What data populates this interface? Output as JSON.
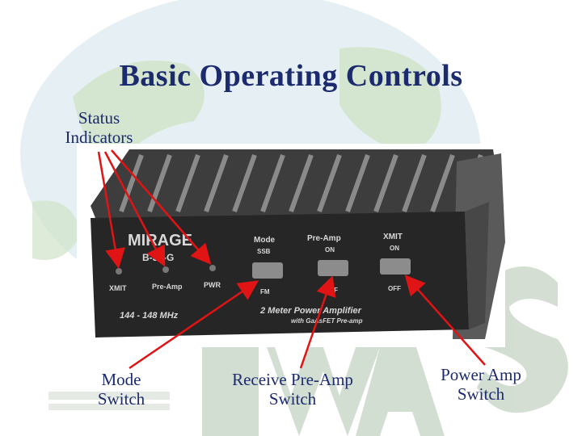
{
  "title": "Basic Operating Controls",
  "callouts": {
    "status": [
      "Status",
      "Indicators"
    ],
    "mode": [
      "Mode",
      "Switch"
    ],
    "preamp": [
      "Receive Pre-Amp",
      "Switch"
    ],
    "power": [
      "Power Amp",
      "Switch"
    ]
  },
  "amplifier": {
    "brand": "MIRAGE",
    "model": "B-34-G",
    "indicators": [
      "XMIT",
      "Pre-Amp",
      "PWR"
    ],
    "switch_top": [
      "Mode",
      "Pre-Amp",
      "XMIT"
    ],
    "switch_top_sub": [
      "SSB",
      "ON",
      "ON"
    ],
    "switch_bottom": [
      "FM",
      "OFF",
      "OFF"
    ],
    "freq": "144 - 148 MHz",
    "product": "2 Meter Power Amplifier",
    "product_sub": "with GaAsFET Pre-amp"
  },
  "colors": {
    "title": "#1c2a6e",
    "arrow": "#e01414",
    "panel": "#2b2b2b",
    "heatsink": "#4a4a4a"
  }
}
